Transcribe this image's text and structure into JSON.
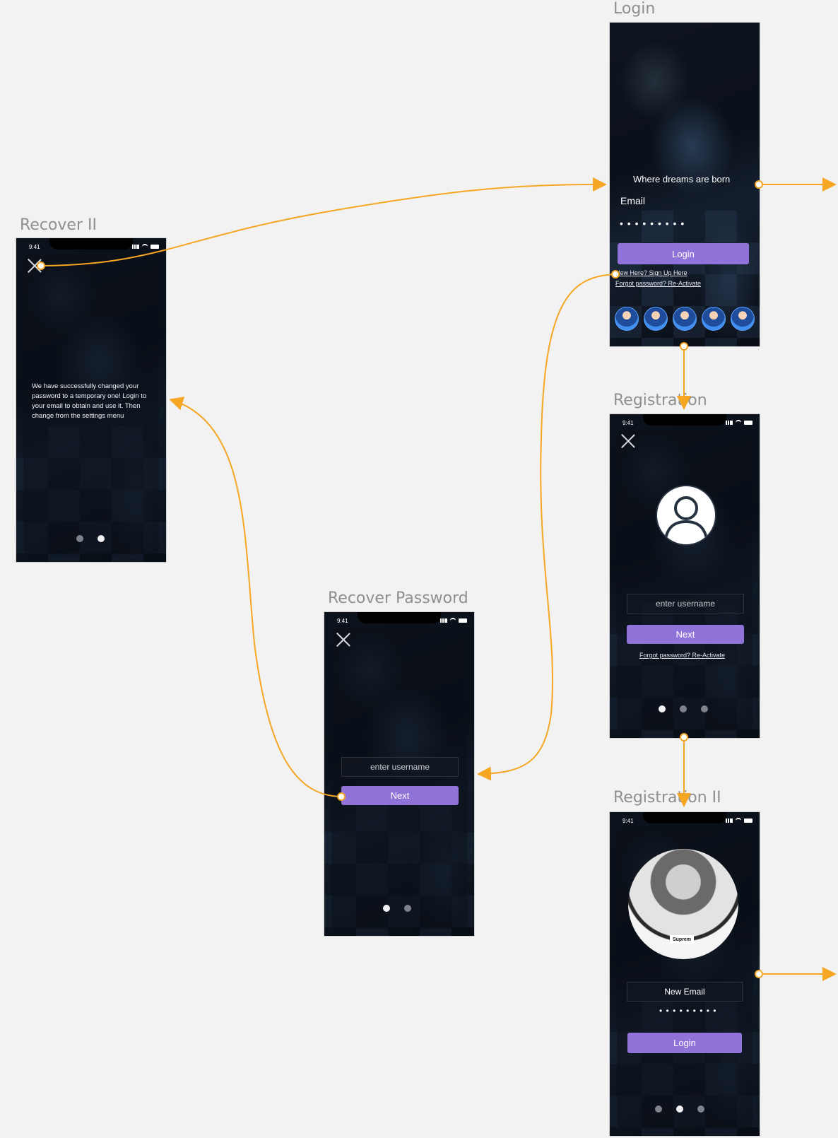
{
  "artboards": {
    "recover_ii": {
      "title": "Recover II",
      "status_time": "9:41",
      "message": "We have successfully changed your password to a temporary one! Login to your email to obtain and use it. Then change from the settings menu"
    },
    "login": {
      "title": "Login",
      "tagline": "Where dreams are born",
      "email_label": "Email",
      "password_mask": "• • • • • • • • •",
      "login_button": "Login",
      "signup_link": "New Here? Sign Up Here",
      "forgot_link": "Forgot password? Re-Activate"
    },
    "registration": {
      "title": "Registration",
      "status_time": "9:41",
      "username_placeholder": "enter username",
      "next_button": "Next",
      "forgot_link": "Forgot password? Re-Activate"
    },
    "recover_password": {
      "title": "Recover Password",
      "status_time": "9:41",
      "username_placeholder": "enter username",
      "next_button": "Next"
    },
    "registration_ii": {
      "title": "Registration II",
      "status_time": "9:41",
      "email_placeholder": "New Email",
      "password_mask": "• • • • • • • • •",
      "login_button": "Login",
      "photo_badge": "Suprem"
    }
  },
  "colors": {
    "canvas": "#f2f2f2",
    "flow": "#f5a623",
    "button": "#8f73d9",
    "label": "#8e8e93"
  }
}
